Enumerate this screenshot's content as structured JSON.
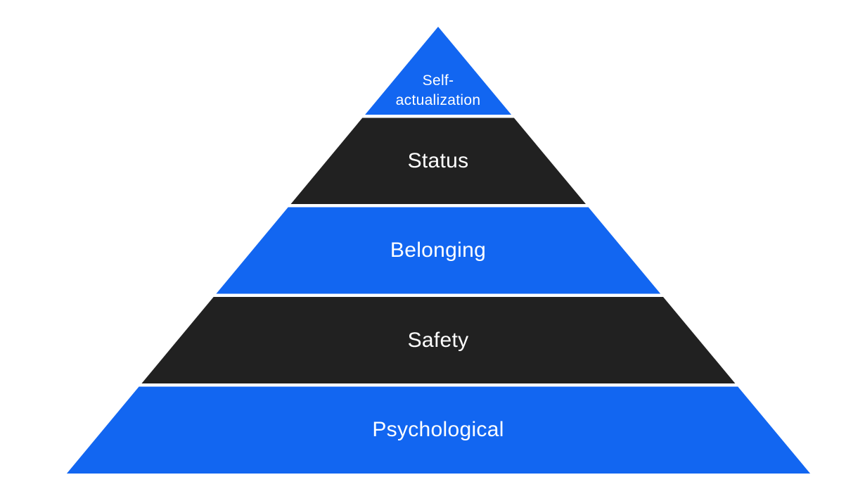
{
  "diagram": {
    "type": "pyramid",
    "levels": [
      {
        "label": "Self-actualization",
        "color": "#1266F1",
        "text_color": "#FFFFFF"
      },
      {
        "label": "Status",
        "color": "#212121",
        "text_color": "#FFFFFF"
      },
      {
        "label": "Belonging",
        "color": "#1266F1",
        "text_color": "#FFFFFF"
      },
      {
        "label": "Safety",
        "color": "#212121",
        "text_color": "#FFFFFF"
      },
      {
        "label": "Psychological",
        "color": "#1266F1",
        "text_color": "#FFFFFF"
      }
    ],
    "colors": {
      "accent_blue": "#1266F1",
      "accent_dark": "#212121",
      "background": "#FFFFFF",
      "level_gap": "#FFFFFF"
    }
  }
}
